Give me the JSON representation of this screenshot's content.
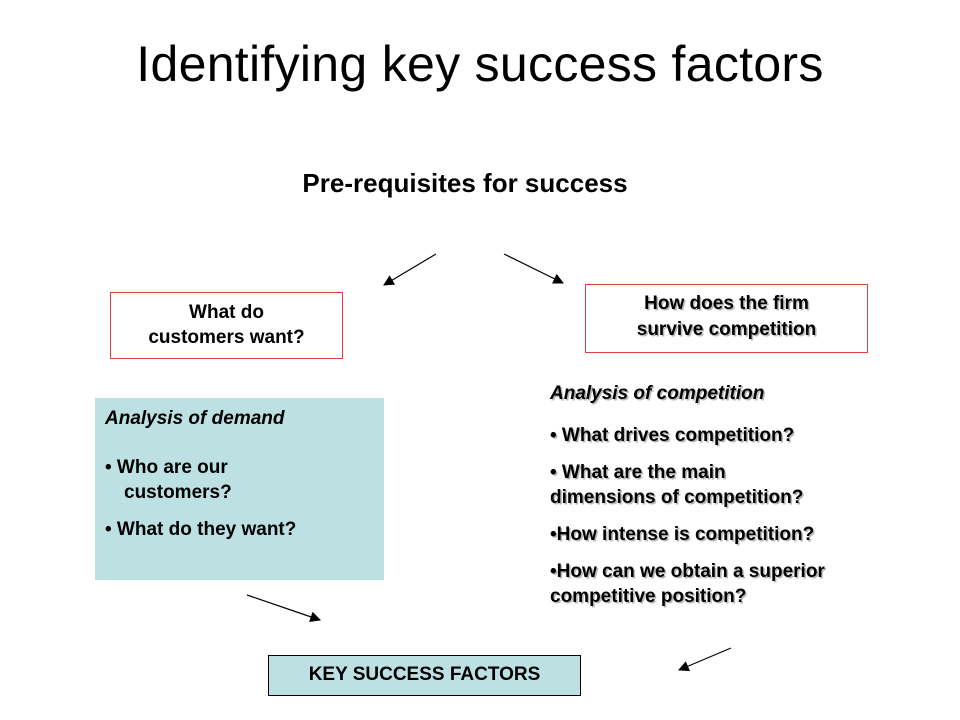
{
  "title": "Identifying key success factors",
  "subtitle": "Pre-requisites for success",
  "customers_box": {
    "line1": "What do",
    "line2": "customers want?"
  },
  "competition_box": {
    "line1": "How does the firm",
    "line2": "survive competition"
  },
  "demand_panel": {
    "heading": "Analysis of demand",
    "items": [
      [
        "• Who are our",
        "customers?"
      ],
      [
        "• What do they want?"
      ]
    ]
  },
  "competition_panel": {
    "heading": "Analysis of competition",
    "items": [
      [
        "• What drives competition?"
      ],
      [
        "• What are the main",
        "dimensions of competition?"
      ],
      [
        "•How intense is competition?"
      ],
      [
        "•How can we obtain a superior",
        "competitive position?"
      ]
    ]
  },
  "result_box": "KEY SUCCESS FACTORS",
  "colors": {
    "box_border": "#e04040",
    "panel_fill": "#bde0e3",
    "text": "#000000"
  }
}
